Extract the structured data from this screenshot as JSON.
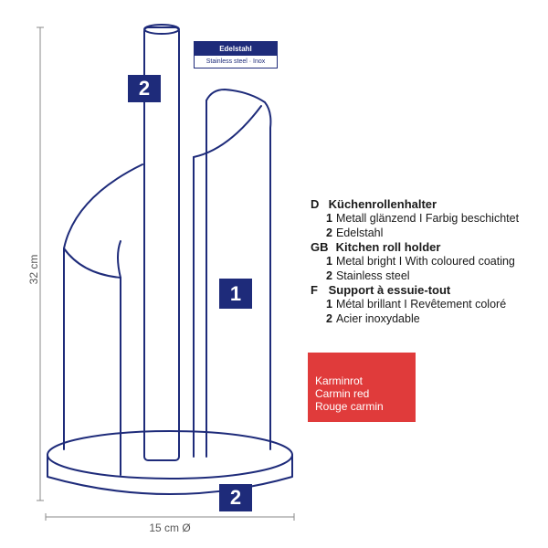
{
  "product": {
    "material_tag": {
      "title": "Edelstahl",
      "subtitle": "Stainless steel · Inox"
    },
    "callouts": [
      {
        "id": "pole",
        "number": "2"
      },
      {
        "id": "body",
        "number": "1"
      },
      {
        "id": "base",
        "number": "2"
      }
    ],
    "dimensions": {
      "height": "32 cm",
      "diameter": "15 cm Ø"
    }
  },
  "legend": {
    "sections": [
      {
        "code": "D",
        "title": "Küchenrollenhalter",
        "items": [
          {
            "num": "1",
            "text": "Metall glänzend I Farbig beschichtet"
          },
          {
            "num": "2",
            "text": "Edelstahl"
          }
        ]
      },
      {
        "code": "GB",
        "title": "Kitchen roll holder",
        "items": [
          {
            "num": "1",
            "text": "Metal bright I With coloured coating"
          },
          {
            "num": "2",
            "text": "Stainless steel"
          }
        ]
      },
      {
        "code": "F",
        "title": "Support à essuie-tout",
        "items": [
          {
            "num": "1",
            "text": "Métal brillant I Revêtement coloré"
          },
          {
            "num": "2",
            "text": "Acier inoxydable"
          }
        ]
      }
    ]
  },
  "color_swatch": {
    "color": "#e03b3b",
    "names": [
      "Karminrot",
      "Carmin red",
      "Rouge carmin"
    ]
  },
  "colors": {
    "outline": "#1e2b7a",
    "dimension_line": "#8a8a8a"
  }
}
